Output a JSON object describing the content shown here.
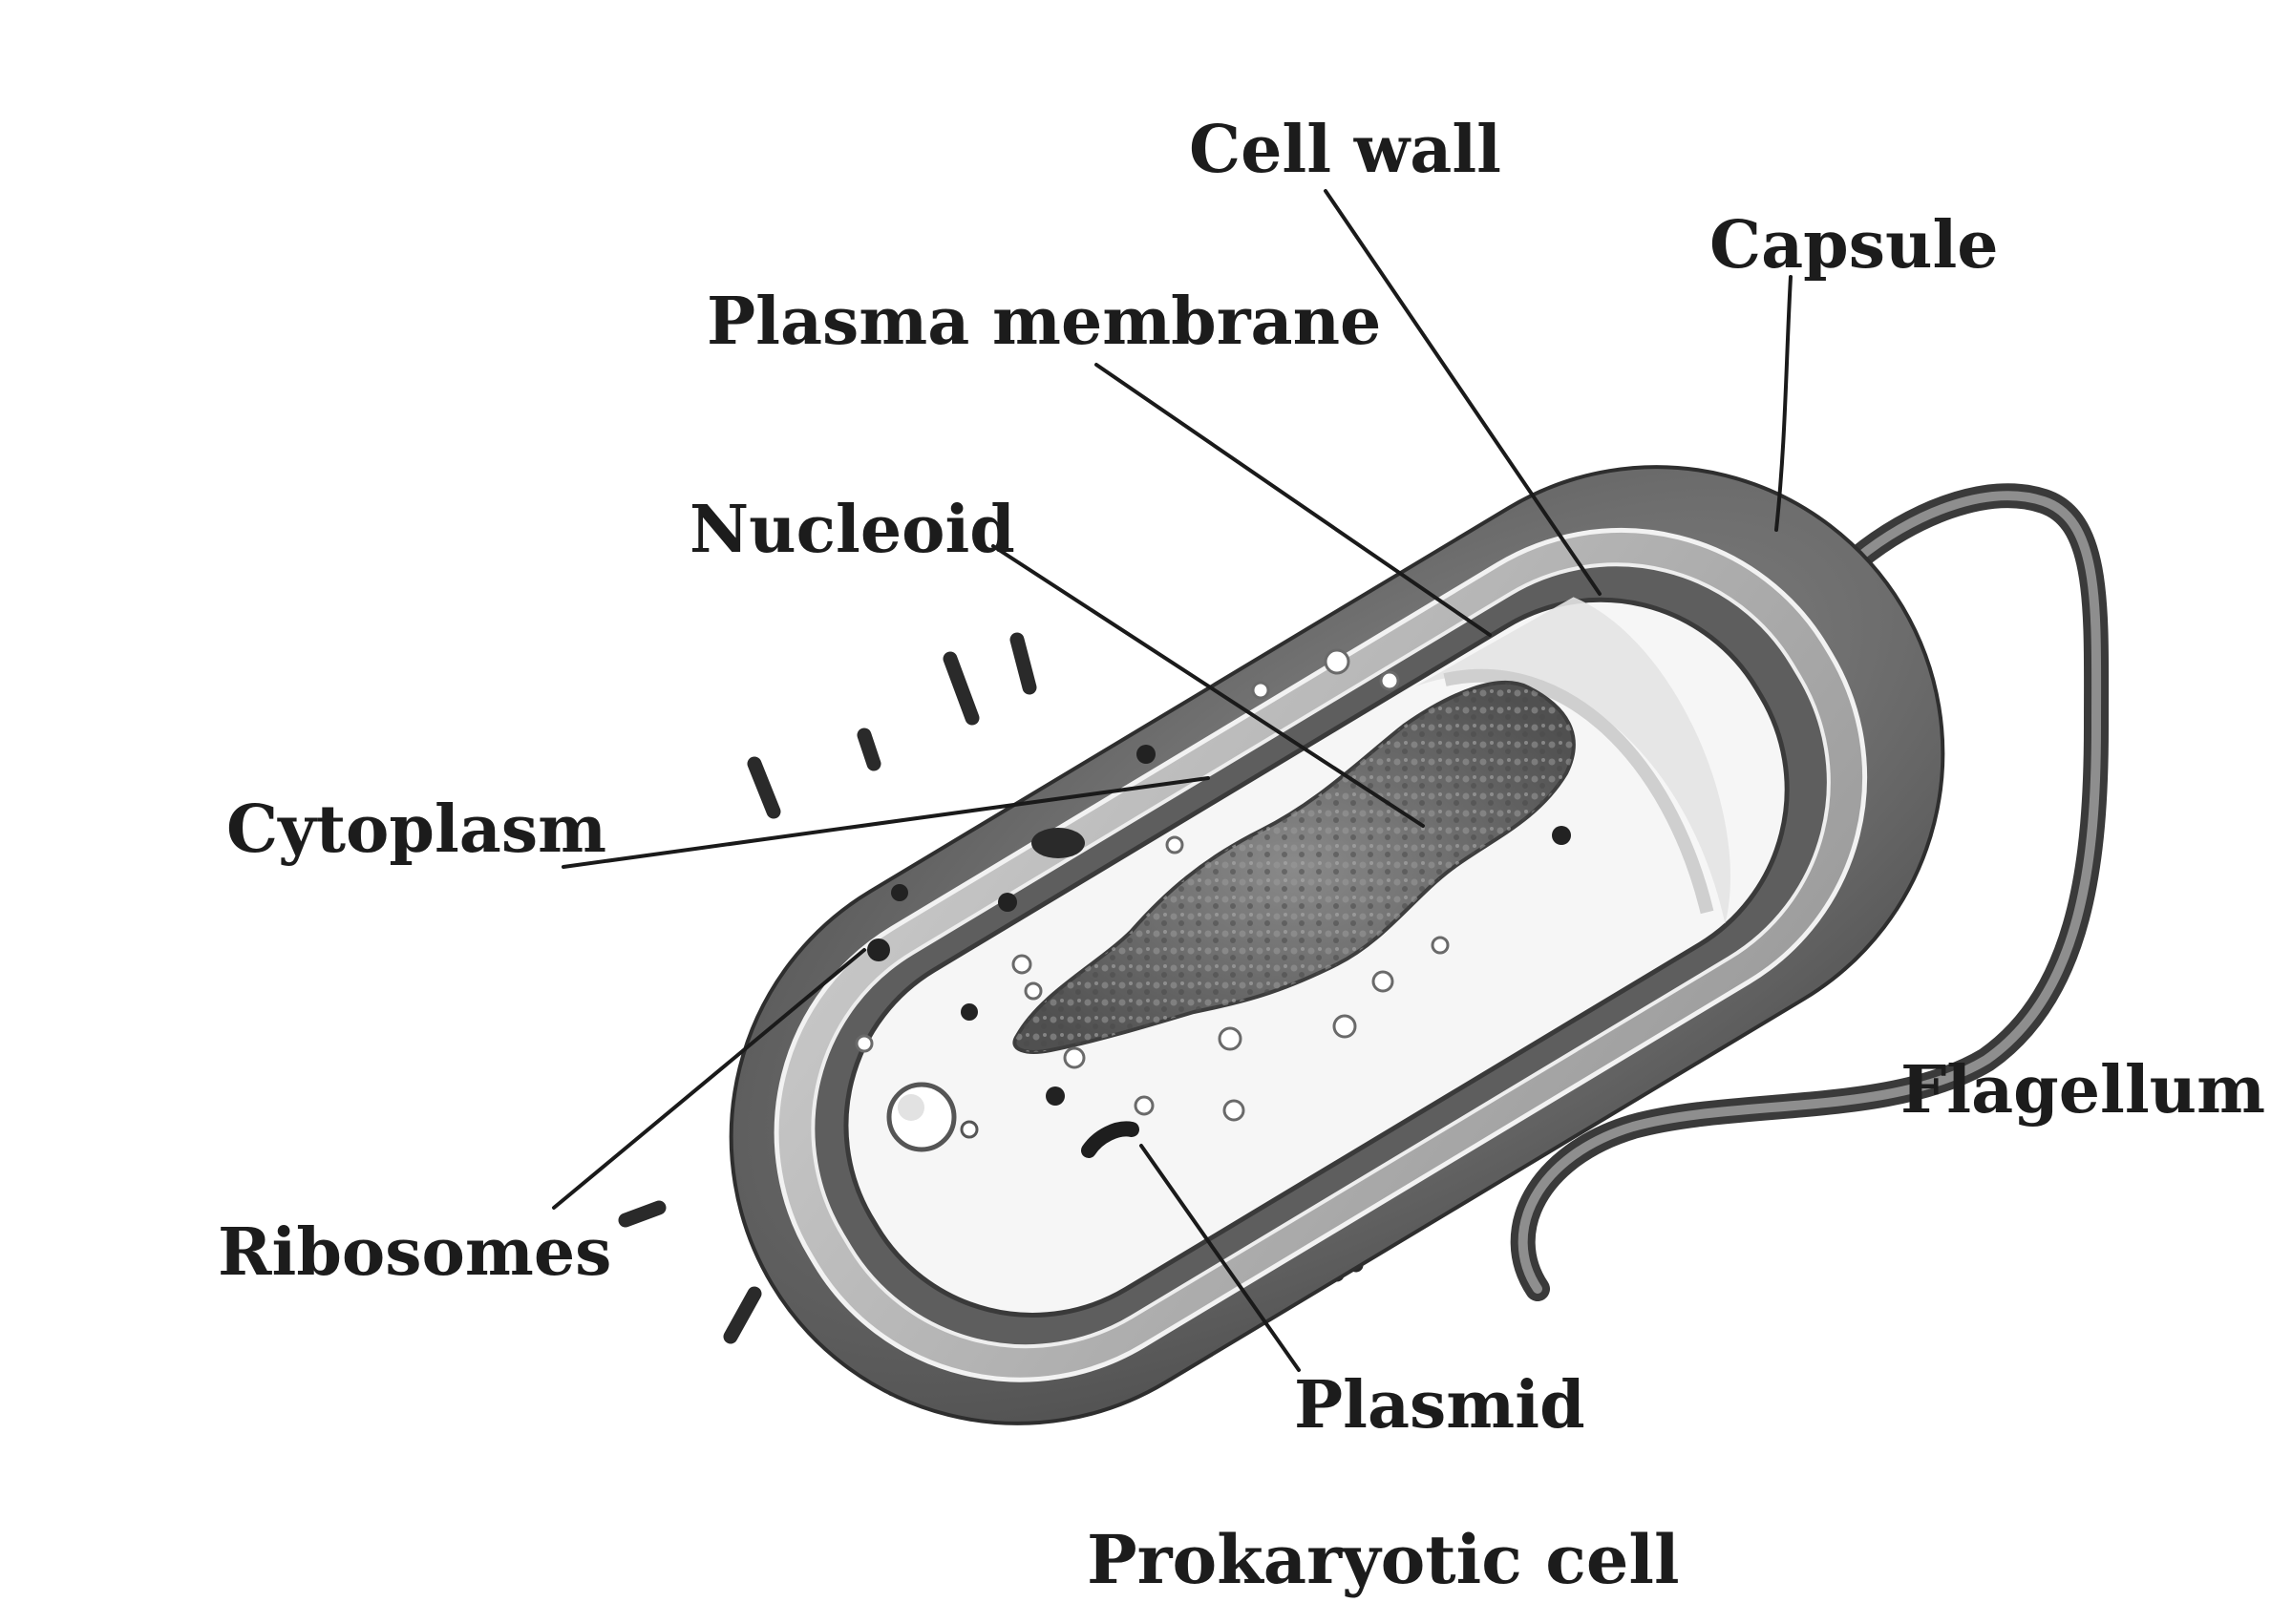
{
  "labels": {
    "cell_wall": "Cell wall",
    "capsule": "Capsule",
    "plasma_membrane": "Plasma membrane",
    "nucleoid": "Nucleoid",
    "cytoplasm": "Cytoplasm",
    "ribosomes": "Ribosomes",
    "plasmid": "Plasmid",
    "flagellum": "Flagellum"
  },
  "caption": "Prokaryotic cell",
  "colors": {
    "capsule": "#6f6f6f",
    "cell_wall": "#b4b4b4",
    "cytoplasm": "#f6f6f6",
    "nucleoid": "#707070",
    "ink": "#1c1c1c"
  }
}
